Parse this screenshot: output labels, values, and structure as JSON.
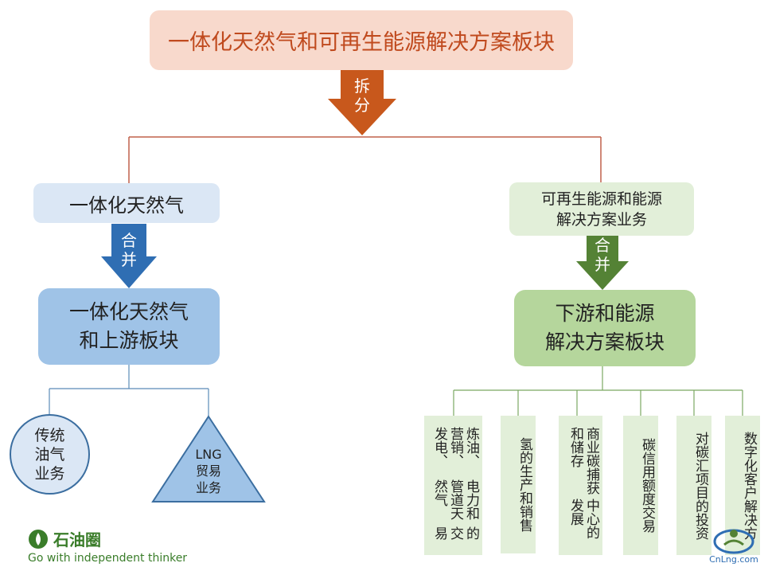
{
  "top_box": {
    "label": "一体化天然气和可再生能源解决方案板块"
  },
  "split_arrow": {
    "line1": "拆",
    "line2": "分"
  },
  "left": {
    "branch_label": "一体化天然气",
    "merge_arrow": {
      "line1": "合",
      "line2": "并"
    },
    "merged_box": {
      "line1": "一体化天然气",
      "line2": "和上游板块"
    },
    "children": {
      "circle": {
        "line1": "传统",
        "line2": "油气",
        "line3": "业务"
      },
      "triangle": {
        "line1": "LNG",
        "line2": "贸易",
        "line3": "业务"
      }
    }
  },
  "right": {
    "branch_label": {
      "line1": "可再生能源和能源",
      "line2": "解决方案业务"
    },
    "merge_arrow": {
      "line1": "合",
      "line2": "并"
    },
    "merged_box": {
      "line1": "下游和能源",
      "line2": "解决方案板块"
    },
    "children": [
      {
        "col1": "炼油、营销、发电、",
        "col2": "电力和管道天然气",
        "col3": "的交易"
      },
      {
        "label": "氢的生产和销售"
      },
      {
        "col1": "商业碳捕获和储存",
        "col2": "中心的发展"
      },
      {
        "label": "碳信用额度交易"
      },
      {
        "label": "对碳汇项目的投资"
      },
      {
        "label": "数字化客户解决方"
      }
    ]
  },
  "watermark": {
    "brand": "石油圈",
    "slogan": "Go with independent thinker",
    "site": "CnLng.com"
  },
  "colors": {
    "top_fill": "#f8d9cc",
    "split_arrow": "#c8581c",
    "left_light": "#dbe7f5",
    "left_dark": "#9fc3e7",
    "left_arrow": "#2f6eb3",
    "right_light": "#e2efd9",
    "right_dark": "#b5d69c",
    "right_arrow": "#548235"
  }
}
